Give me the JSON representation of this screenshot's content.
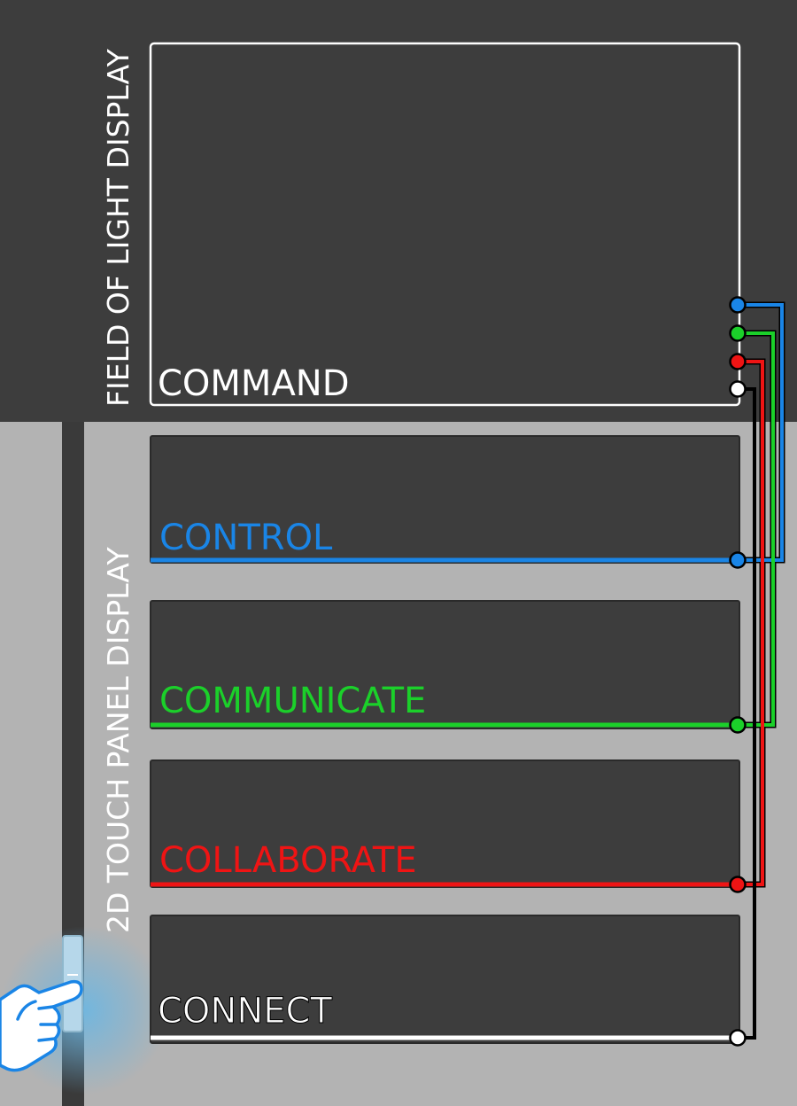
{
  "colors": {
    "top_background": "#3d3d3d",
    "bottom_background": "#b3b3b3",
    "panel_fill": "#3d3d3d",
    "control": "#1a85e6",
    "communicate": "#1bd02a",
    "collaborate": "#ef1414",
    "connect": "#ffffff",
    "command": "#ffffff",
    "rail": "#3a3a3a",
    "glow": "#5aa9d6"
  },
  "labels": {
    "field_of_light_display": "FIELD OF LIGHT DISPLAY",
    "touch_panel_display": "2D TOUCH PANEL DISPLAY"
  },
  "panels": {
    "command": "COMMAND",
    "control": "CONTROL",
    "communicate": "COMMUNICATE",
    "collaborate": "COLLABORATE",
    "connect": "CONNECT"
  },
  "icons": {
    "hand": "pointing-hand-icon",
    "slider": "slider-handle-icon"
  }
}
